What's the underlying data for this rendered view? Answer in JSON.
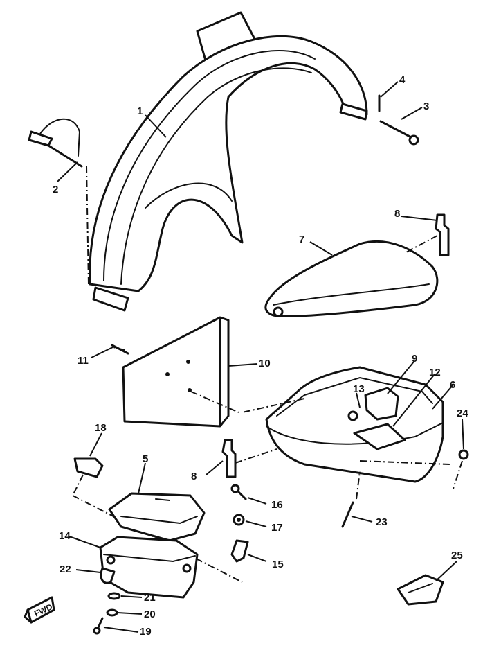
{
  "diagram": {
    "callouts": {
      "c1": "1",
      "c2": "2",
      "c3": "3",
      "c4": "4",
      "c5": "5",
      "c6": "6",
      "c7": "7",
      "c8a": "8",
      "c8b": "8",
      "c9": "9",
      "c10": "10",
      "c11": "11",
      "c12": "12",
      "c13": "13",
      "c14": "14",
      "c15": "15",
      "c16": "16",
      "c17": "17",
      "c18": "18",
      "c19": "19",
      "c20": "20",
      "c21": "21",
      "c22": "22",
      "c23": "23",
      "c24": "24",
      "c25": "25"
    },
    "direction_label": "FWD"
  }
}
